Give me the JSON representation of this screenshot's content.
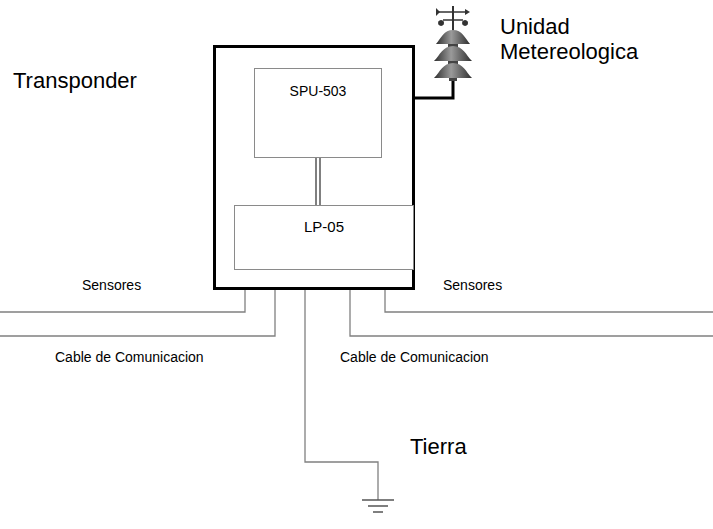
{
  "diagram": {
    "nodes": [
      {
        "text": [
          "Transponder"
        ]
      },
      {
        "text": [
          "SPU-503"
        ],
        "in": 0
      },
      {
        "text": [
          "LP-05"
        ],
        "in": 0
      }
    ],
    "edges": [
      {
        "from": 1,
        "to": 2,
        "arrow": "none"
      }
    ],
    "labels": [
      "Unidad Metereologica",
      "Sensores",
      "Sensores",
      "Cable de Comunicacion",
      "Cable de Comunicacion",
      "Tierra"
    ]
  }
}
